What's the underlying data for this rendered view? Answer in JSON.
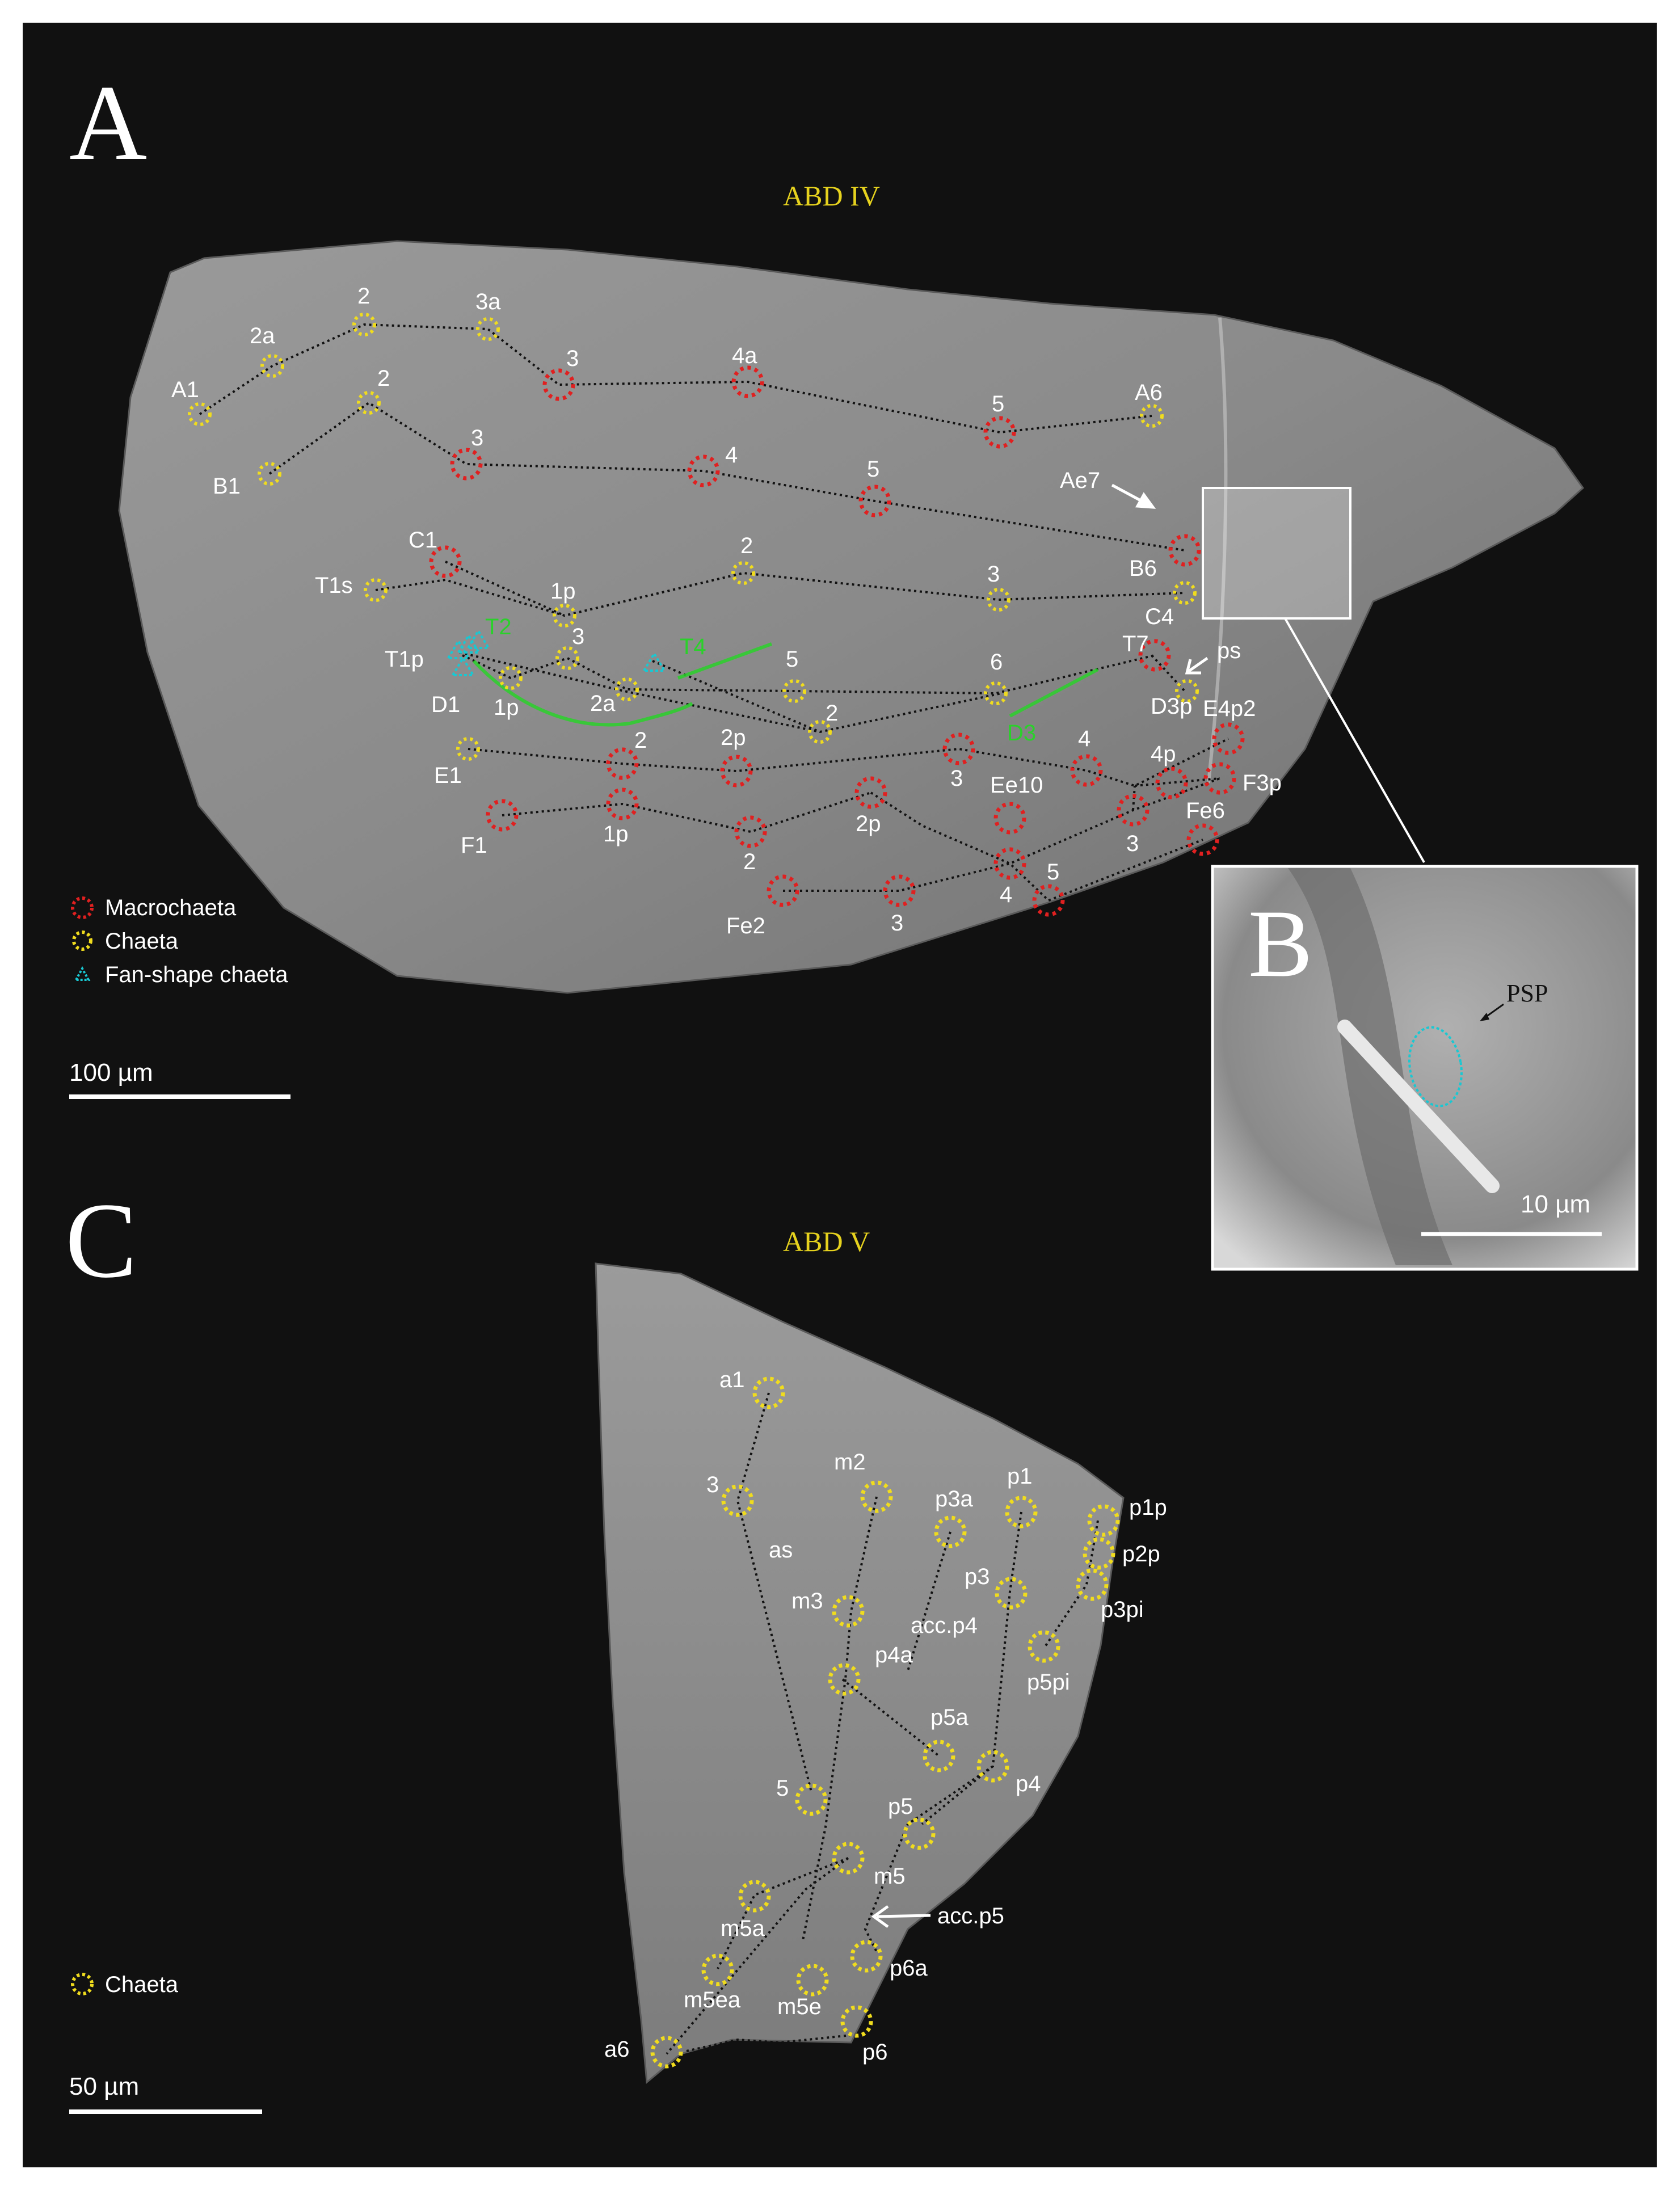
{
  "panels": {
    "A": {
      "letter": "A",
      "title": "ABD IV",
      "scale": "100 µm",
      "legend": [
        {
          "kind": "macro",
          "label": "Macrochaeta"
        },
        {
          "kind": "chaeta",
          "label": "Chaeta"
        },
        {
          "kind": "fan",
          "label": "Fan-shape chaeta"
        }
      ]
    },
    "B": {
      "letter": "B",
      "label": "PSP",
      "scale": "10 µm"
    },
    "C": {
      "letter": "C",
      "title": "ABD V",
      "scale": "50 µm",
      "legend": [
        {
          "kind": "chaeta",
          "label": "Chaeta"
        }
      ]
    }
  },
  "colors": {
    "macrochaeta": "#e02020",
    "chaeta": "#f0dc1e",
    "fan": "#19c8d2",
    "green": "#2ad12a",
    "title": "#e6d21e",
    "background": "#111111",
    "text": "#ffffff"
  },
  "labels_A": {
    "A1": "A1",
    "a_2a": "2a",
    "a_2": "2",
    "a_3a": "3a",
    "a_3": "3",
    "a_4a": "4a",
    "a_5": "5",
    "A6": "A6",
    "B1": "B1",
    "b_2": "2",
    "b_3": "3",
    "b_4": "4",
    "b_5": "5",
    "Ae7": "Ae7",
    "B6": "B6",
    "C1": "C1",
    "T1s": "T1s",
    "c_1p": "1p",
    "c_2": "2",
    "c_3": "3",
    "C4": "C4",
    "T1p": "T1p",
    "T2": "T2",
    "d_3": "3",
    "T4": "T4",
    "d_5": "5",
    "d_6": "6",
    "T7": "T7",
    "ps": "ps",
    "D1": "D1",
    "d_1p": "1p",
    "d_2a": "2a",
    "d_2": "2",
    "D3": "D3",
    "D3p": "D3p",
    "E4p2": "E4p2",
    "E1": "E1",
    "e_2": "2",
    "e_2p": "2p",
    "e_3": "3",
    "e_4": "4",
    "Ee10": "Ee10",
    "e_4p": "4p",
    "F3p": "F3p",
    "F1": "F1",
    "f_1p": "1p",
    "f_2": "2",
    "f_2p": "2p",
    "f_3": "3",
    "Fe6": "Fe6",
    "f_5": "5",
    "f_4": "4",
    "Fe2": "Fe2",
    "fe_3": "3"
  },
  "labels_C": {
    "a1": "a1",
    "a3": "3",
    "as": "as",
    "m2": "m2",
    "p3a": "p3a",
    "p1": "p1",
    "p1p": "p1p",
    "p2p": "p2p",
    "p3": "p3",
    "p3pi": "p3pi",
    "m3": "m3",
    "accp4": "acc.p4",
    "p4a": "p4a",
    "p5pi": "p5pi",
    "p5a": "p5a",
    "p4": "p4",
    "a5": "5",
    "p5": "p5",
    "m5": "m5",
    "accp5": "acc.p5",
    "m5a": "m5a",
    "m5ea": "m5ea",
    "m5e": "m5e",
    "p6a": "p6a",
    "a6": "a6",
    "p6": "p6"
  }
}
